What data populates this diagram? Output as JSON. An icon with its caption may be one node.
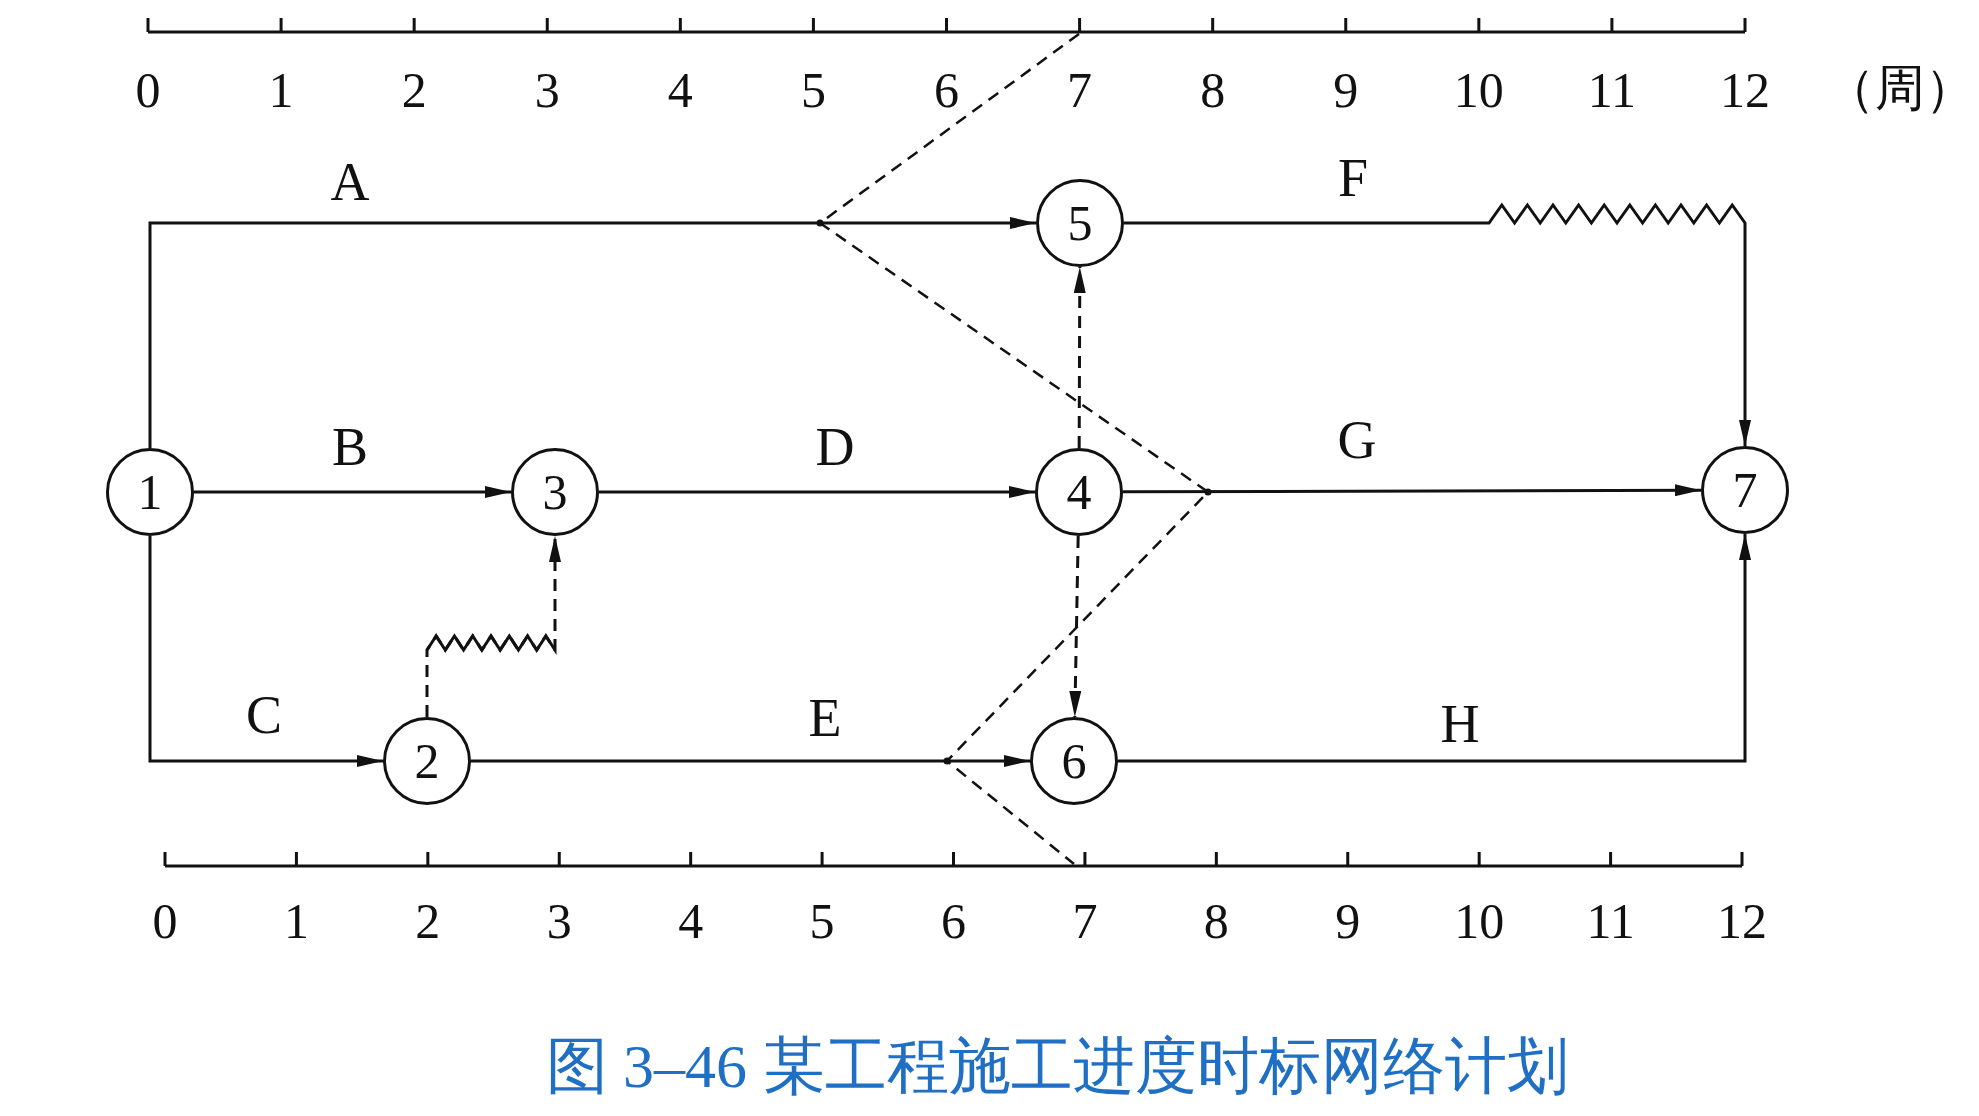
{
  "diagram": {
    "caption": "图 3–46 某工程施工进度时标网络计划",
    "nodes": [
      {
        "text": [
          "1"
        ]
      },
      {
        "text": [
          "2"
        ]
      },
      {
        "text": [
          "3"
        ]
      },
      {
        "text": [
          "4"
        ]
      },
      {
        "text": [
          "5"
        ]
      },
      {
        "text": [
          "6"
        ]
      },
      {
        "text": [
          "7"
        ]
      }
    ],
    "edges": [
      {
        "from": 0,
        "to": 4,
        "arrow": "to",
        "label": "A"
      },
      {
        "from": 0,
        "to": 2,
        "arrow": "to",
        "label": "B"
      },
      {
        "from": 0,
        "to": 1,
        "arrow": "to",
        "label": "C"
      },
      {
        "from": 2,
        "to": 3,
        "arrow": "to",
        "label": "D"
      },
      {
        "from": 1,
        "to": 5,
        "arrow": "to",
        "label": "E"
      },
      {
        "from": 1,
        "to": 2,
        "arrow": "to",
        "style": "dashed"
      },
      {
        "from": 3,
        "to": 4,
        "arrow": "to",
        "style": "dashed"
      },
      {
        "from": 3,
        "to": 5,
        "arrow": "to",
        "style": "dashed"
      },
      {
        "from": 4,
        "to": 6,
        "arrow": "to",
        "label": "F"
      },
      {
        "from": 3,
        "to": 6,
        "arrow": "to",
        "label": "G"
      },
      {
        "from": 5,
        "to": 6,
        "arrow": "to",
        "label": "H"
      }
    ],
    "labels": [
      "0",
      "1",
      "2",
      "3",
      "4",
      "5",
      "6",
      "7",
      "8",
      "9",
      "10",
      "11",
      "12",
      "（周）",
      "0",
      "1",
      "2",
      "3",
      "4",
      "5",
      "6",
      "7",
      "8",
      "9",
      "10",
      "11",
      "12"
    ]
  }
}
